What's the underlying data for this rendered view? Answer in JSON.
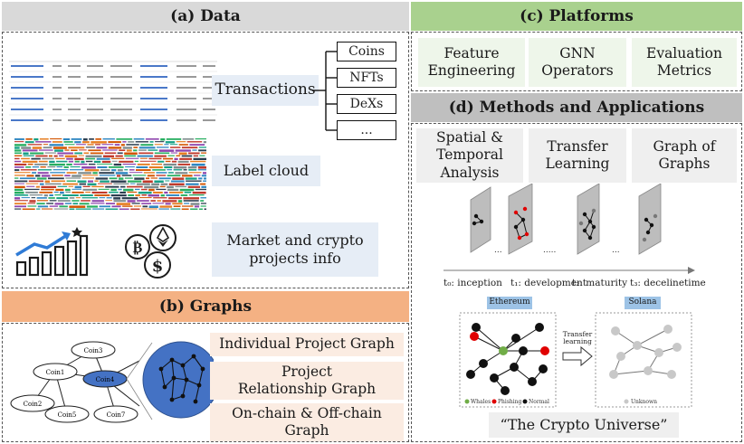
{
  "panels": {
    "data": {
      "title": "(a) Data",
      "transactions": "Transactions",
      "transaction_types": [
        "Coins",
        "NFTs",
        "DeXs",
        "..."
      ],
      "label_cloud": "Label cloud",
      "market_info": "Market and crypto projects info"
    },
    "graphs": {
      "title": "(b) Graphs",
      "nodes": [
        "Coin3",
        "Coin1",
        "Coin4",
        "Coin2",
        "Coin5",
        "Coin7"
      ],
      "items": [
        "Individual Project Graph",
        "Project Relationship Graph",
        "On-chain & Off-chain Graph"
      ]
    },
    "platforms": {
      "title": "(c) Platforms",
      "items": [
        "Feature Engineering",
        "GNN Operators",
        "Evaluation Metrics"
      ]
    },
    "methods": {
      "title": "(d) Methods and Applications",
      "items": [
        "Spatial & Temporal Analysis",
        "Transfer Learning",
        "Graph of Graphs"
      ],
      "timeline": {
        "stages": [
          "t₀: inception",
          "t₁: development",
          "t₂: maturity",
          "t₃: deceline"
        ],
        "axis_label": "time",
        "ellipsis": [
          "...",
          ".....",
          "..."
        ]
      },
      "transfer": {
        "source": "Ethereum",
        "target": "Solana",
        "arrow_label": "Transfer learning",
        "legend_source": [
          "Whales",
          "Phishing",
          "Normal"
        ],
        "legend_target": "Unknown"
      },
      "caption": "“The Crypto Universe”"
    }
  },
  "colors": {
    "data_header": "#d9d9d9",
    "graphs_header": "#f4b183",
    "platforms_header": "#a9d18e",
    "methods_header": "#bfbfbf",
    "node_blue": "#4472c4",
    "whales": "#70ad47",
    "phishing": "#e00000",
    "chain_label": "#9dc3e6"
  }
}
